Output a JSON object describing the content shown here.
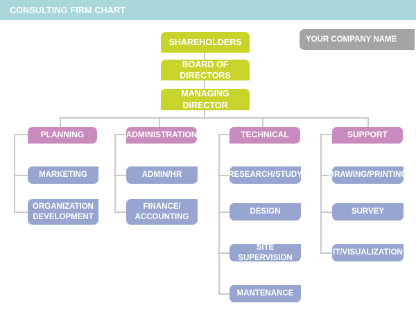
{
  "header": {
    "title": "CONSULTING FIRM CHART"
  },
  "company": {
    "label": "YOUR COMPANY NAME"
  },
  "top": {
    "shareholders": "SHAREHOLDERS",
    "board": "BOARD OF DIRECTORS",
    "managing": "MANAGING DIRECTOR"
  },
  "departments": [
    {
      "label": "PLANNING",
      "items": [
        "MARKETING",
        "ORGANIZATION\nDEVELOPMENT"
      ]
    },
    {
      "label": "ADMINISTRATION",
      "items": [
        "ADMIN/HR",
        "FINANCE/\nACCOUNTING"
      ]
    },
    {
      "label": "TECHNICAL",
      "items": [
        "RESEARCH/STUDY",
        "DESIGN",
        "SITE SUPERVISION",
        "MANTENANCE"
      ]
    },
    {
      "label": "SUPPORT",
      "items": [
        "DRAWING/PRINTING",
        "SURVEY",
        "IT/VISUALIZATION"
      ]
    }
  ],
  "colors": {
    "header": "#a9d7da",
    "top": "#c8d42b",
    "department": "#c98bbd",
    "sub": "#97a5d0",
    "company": "#a4a4a4",
    "connector": "#c9c9c9"
  }
}
